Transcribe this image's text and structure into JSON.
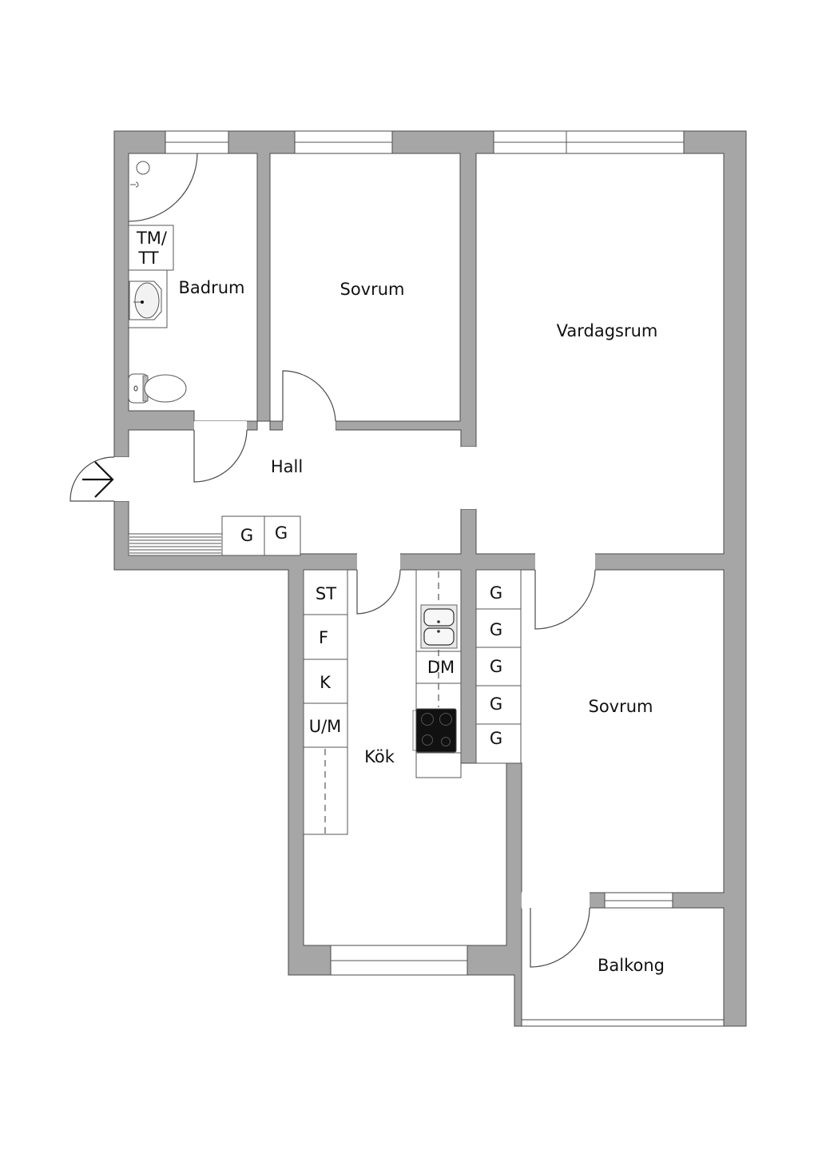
{
  "floor_plan": {
    "rooms": [
      {
        "id": "badrum",
        "label": "Badrum"
      },
      {
        "id": "sovrum_1",
        "label": "Sovrum"
      },
      {
        "id": "vardagsrum",
        "label": "Vardagsrum"
      },
      {
        "id": "hall",
        "label": "Hall"
      },
      {
        "id": "kok",
        "label": "Kök"
      },
      {
        "id": "sovrum_2",
        "label": "Sovrum"
      },
      {
        "id": "balkong",
        "label": "Balkong"
      }
    ],
    "bathroom": {
      "washer_dryer_line1": "TM/",
      "washer_dryer_line2": "TT"
    },
    "hall": {
      "wardrobes": [
        "G",
        "G"
      ]
    },
    "kitchen": {
      "left_units": [
        "ST",
        "F",
        "K",
        "U/M"
      ],
      "dishwasher": "DM"
    },
    "bedroom_2": {
      "wardrobes": [
        "G",
        "G",
        "G",
        "G",
        "G"
      ]
    },
    "colors": {
      "wall": "#a6a6a6",
      "outline": "#4a4a4a",
      "floor": "#ffffff",
      "stove": "#111111"
    }
  }
}
